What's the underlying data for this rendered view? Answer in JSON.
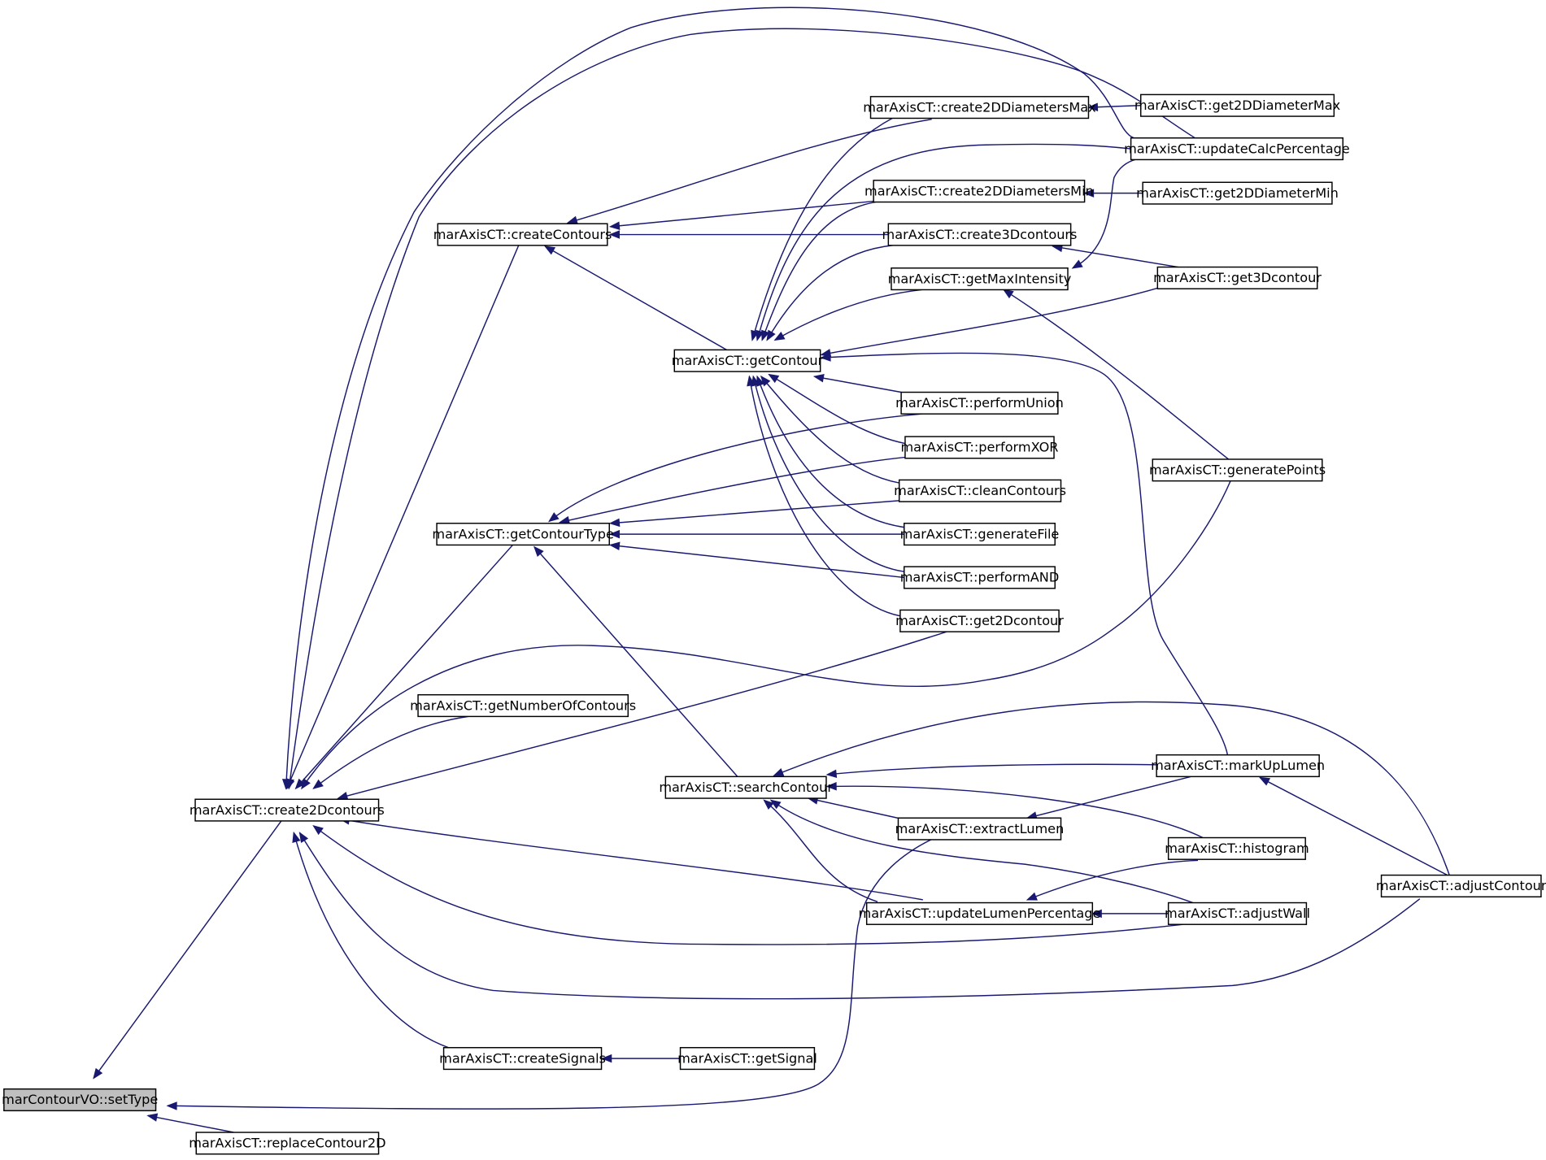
{
  "colors": {
    "edge": "#191970",
    "node_border": "#000000",
    "node_fill": "#ffffff",
    "root_fill": "#bfbfbf"
  },
  "nodes": {
    "setType": "marContourVO::setType",
    "replaceContour2D": "marAxisCT::replaceContour2D",
    "create2Dcontours": "marAxisCT::create2Dcontours",
    "createContours": "marAxisCT::createContours",
    "getContourType": "marAxisCT::getContourType",
    "getNumberOfContours": "marAxisCT::getNumberOfContours",
    "createSignals": "marAxisCT::createSignals",
    "getSignal": "marAxisCT::getSignal",
    "getContour": "marAxisCT::getContour",
    "searchContour": "marAxisCT::searchContour",
    "create2DDiametersMax": "marAxisCT::create2DDiametersMax",
    "create2DDiametersMin": "marAxisCT::create2DDiametersMin",
    "create3Dcontours": "marAxisCT::create3Dcontours",
    "getMaxIntensity": "marAxisCT::getMaxIntensity",
    "performUnion": "marAxisCT::performUnion",
    "performXOR": "marAxisCT::performXOR",
    "cleanContours": "marAxisCT::cleanContours",
    "generateFile": "marAxisCT::generateFile",
    "performAND": "marAxisCT::performAND",
    "get2Dcontour": "marAxisCT::get2Dcontour",
    "extractLumen": "marAxisCT::extractLumen",
    "updateLumenPercentage": "marAxisCT::updateLumenPercentage",
    "get2DDiameterMax": "marAxisCT::get2DDiameterMax",
    "updateCalcPercentage": "marAxisCT::updateCalcPercentage",
    "get2DDiameterMin": "marAxisCT::get2DDiameterMin",
    "get3Dcontour": "marAxisCT::get3Dcontour",
    "generatePoints": "marAxisCT::generatePoints",
    "markUpLumen": "marAxisCT::markUpLumen",
    "histogram": "marAxisCT::histogram",
    "adjustWall": "marAxisCT::adjustWall",
    "adjustContour": "marAxisCT::adjustContour"
  },
  "edges": [
    [
      "setType",
      "create2Dcontours"
    ],
    [
      "setType",
      "extractLumen"
    ],
    [
      "setType",
      "replaceContour2D"
    ],
    [
      "create2Dcontours",
      "createContours"
    ],
    [
      "create2Dcontours",
      "getContourType"
    ],
    [
      "create2Dcontours",
      "getNumberOfContours"
    ],
    [
      "create2Dcontours",
      "createSignals"
    ],
    [
      "create2Dcontours",
      "get2Dcontour"
    ],
    [
      "create2Dcontours",
      "generatePoints"
    ],
    [
      "create2Dcontours",
      "create2DDiametersMax"
    ],
    [
      "create2Dcontours",
      "updateCalcPercentage"
    ],
    [
      "create2Dcontours",
      "updateLumenPercentage"
    ],
    [
      "create2Dcontours",
      "adjustWall"
    ],
    [
      "create2Dcontours",
      "adjustContour"
    ],
    [
      "createContours",
      "create2DDiametersMax"
    ],
    [
      "createContours",
      "create2DDiametersMin"
    ],
    [
      "createContours",
      "create3Dcontours"
    ],
    [
      "createContours",
      "getContour"
    ],
    [
      "getContourType",
      "performUnion"
    ],
    [
      "getContourType",
      "performXOR"
    ],
    [
      "getContourType",
      "cleanContours"
    ],
    [
      "getContourType",
      "generateFile"
    ],
    [
      "getContourType",
      "performAND"
    ],
    [
      "getContourType",
      "searchContour"
    ],
    [
      "createSignals",
      "getSignal"
    ],
    [
      "getContour",
      "create2DDiametersMax"
    ],
    [
      "getContour",
      "updateCalcPercentage"
    ],
    [
      "getContour",
      "create2DDiametersMin"
    ],
    [
      "getContour",
      "create3Dcontours"
    ],
    [
      "getContour",
      "getMaxIntensity"
    ],
    [
      "getContour",
      "get3Dcontour"
    ],
    [
      "getContour",
      "markUpLumen"
    ],
    [
      "getContour",
      "performUnion"
    ],
    [
      "getContour",
      "performXOR"
    ],
    [
      "getContour",
      "cleanContours"
    ],
    [
      "getContour",
      "generateFile"
    ],
    [
      "getContour",
      "performAND"
    ],
    [
      "getContour",
      "get2Dcontour"
    ],
    [
      "searchContour",
      "adjustContour"
    ],
    [
      "searchContour",
      "markUpLumen"
    ],
    [
      "searchContour",
      "histogram"
    ],
    [
      "searchContour",
      "extractLumen"
    ],
    [
      "searchContour",
      "updateLumenPercentage"
    ],
    [
      "searchContour",
      "adjustWall"
    ],
    [
      "updateLumenPercentage",
      "adjustWall"
    ],
    [
      "updateLumenPercentage",
      "histogram"
    ],
    [
      "create2DDiametersMax",
      "get2DDiameterMax"
    ],
    [
      "create2DDiametersMin",
      "get2DDiameterMin"
    ],
    [
      "getMaxIntensity",
      "updateCalcPercentage"
    ],
    [
      "getMaxIntensity",
      "generatePoints"
    ],
    [
      "create3Dcontours",
      "get3Dcontour"
    ],
    [
      "markUpLumen",
      "extractLumen"
    ],
    [
      "markUpLumen",
      "adjustContour"
    ]
  ]
}
